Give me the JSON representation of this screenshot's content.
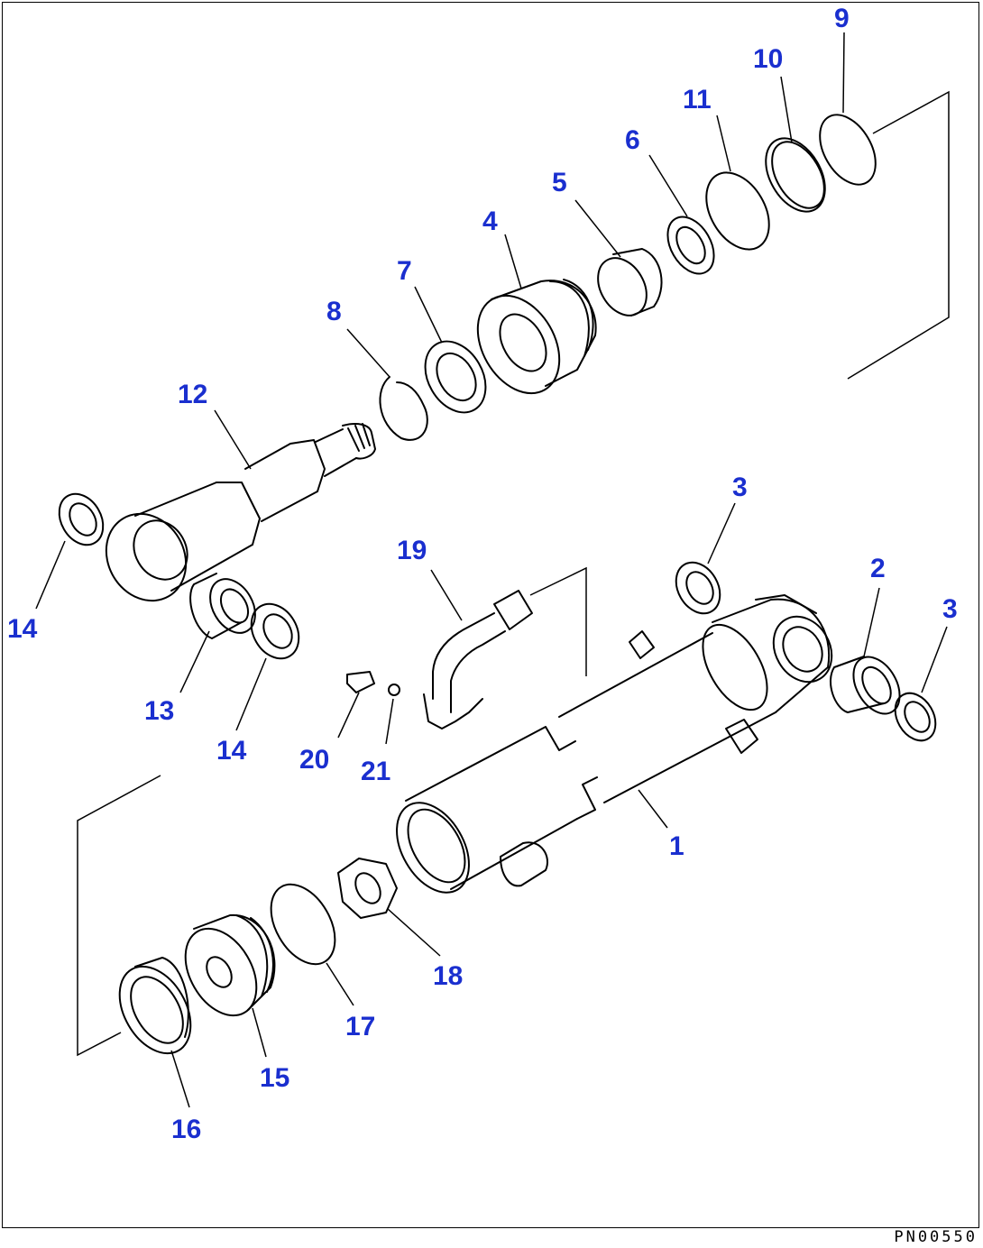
{
  "drawing_code": "PN00550",
  "callouts": {
    "c1": "1",
    "c2": "2",
    "c3a": "3",
    "c3b": "3",
    "c4": "4",
    "c5": "5",
    "c6": "6",
    "c7": "7",
    "c8": "8",
    "c9": "9",
    "c10": "10",
    "c11": "11",
    "c12": "12",
    "c13": "13",
    "c14a": "14",
    "c14b": "14",
    "c15": "15",
    "c16": "16",
    "c17": "17",
    "c18": "18",
    "c19": "19",
    "c20": "20",
    "c21": "21"
  },
  "colors": {
    "callout": "#1a2fcf",
    "line": "#000000"
  }
}
